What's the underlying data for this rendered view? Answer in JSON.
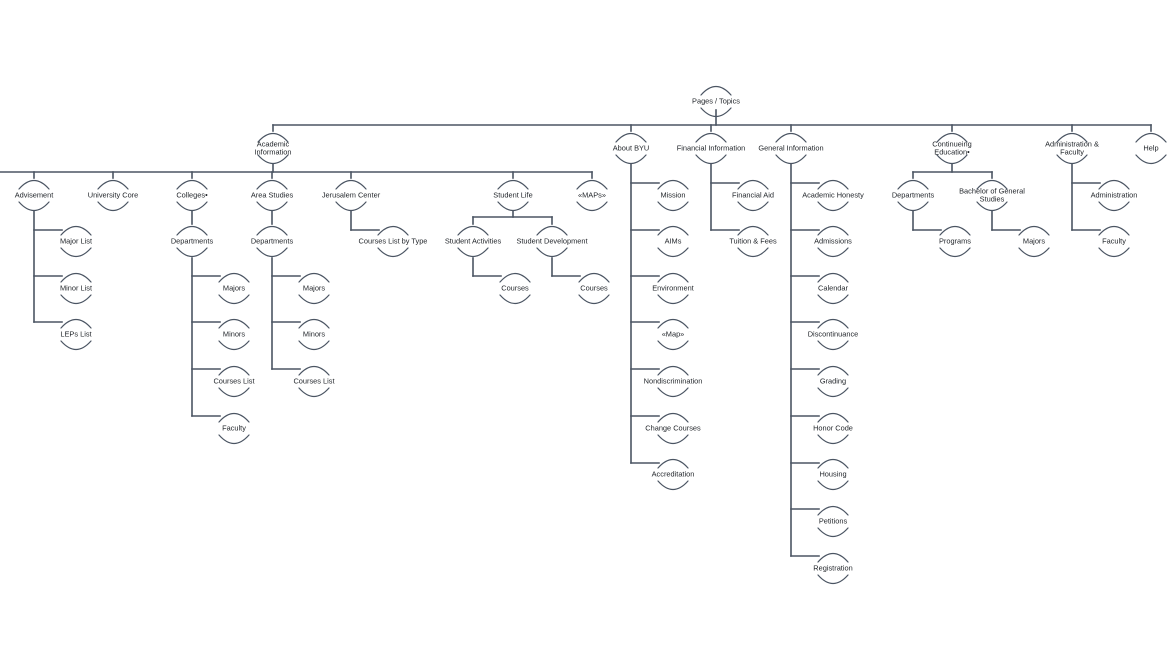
{
  "colors": {
    "line": "#4b5563",
    "text": "#1f2328",
    "background": "#ffffff"
  },
  "nodes": {
    "pages_topics": "Pages / Topics",
    "academic_information": [
      "Academic",
      "Information"
    ],
    "about_byu": "About BYU",
    "financial_information": "Financial Information",
    "general_information": "General Information",
    "continuing_education": [
      "Continueing",
      "Education•"
    ],
    "administration_faculty": [
      "Administration &",
      "Faculty"
    ],
    "help": "Help",
    "advisement": "Advisement",
    "university_core": "University Core",
    "colleges": "Colleges•",
    "area_studies": "Area Studies",
    "jerusalem_center": "Jerusalem Center",
    "student_life": "Student Life",
    "maps": "«MAPs»",
    "major_list": "Major List",
    "minor_list": "Minor List",
    "leps_list": "LEPs List",
    "colleges_departments": "Departments",
    "colleges_majors": "Majors",
    "colleges_minors": "Minors",
    "colleges_courses_list": "Courses List",
    "colleges_faculty": "Faculty",
    "area_departments": "Departments",
    "area_majors": "Majors",
    "area_minors": "Minors",
    "area_courses_list": "Courses List",
    "courses_list_by_type": "Courses List by Type",
    "student_activities": "Student Activities",
    "student_development": "Student Development",
    "activities_courses": "Courses",
    "development_courses": "Courses",
    "mission": "Mission",
    "aims": "AIMs",
    "environment": "Environment",
    "map": "«Map»",
    "nondiscrimination": "Nondiscrimination",
    "change_courses": "Change Courses",
    "accreditation": "Accreditation",
    "financial_aid": "Financial Aid",
    "tuition_fees": "Tuition & Fees",
    "academic_honesty": "Academic Honesty",
    "admissions": "Admissions",
    "calendar": "Calendar",
    "discontinuance": "Discontinuance",
    "grading": "Grading",
    "honor_code": "Honor Code",
    "housing": "Housing",
    "petitions": "Petitions",
    "registration": "Registration",
    "ce_departments": "Departments",
    "bachelor_general_studies": [
      "Bachelor of General",
      "Studies"
    ],
    "programs": "Programs",
    "bgs_majors": "Majors",
    "administration": "Administration",
    "faculty": "Faculty"
  }
}
